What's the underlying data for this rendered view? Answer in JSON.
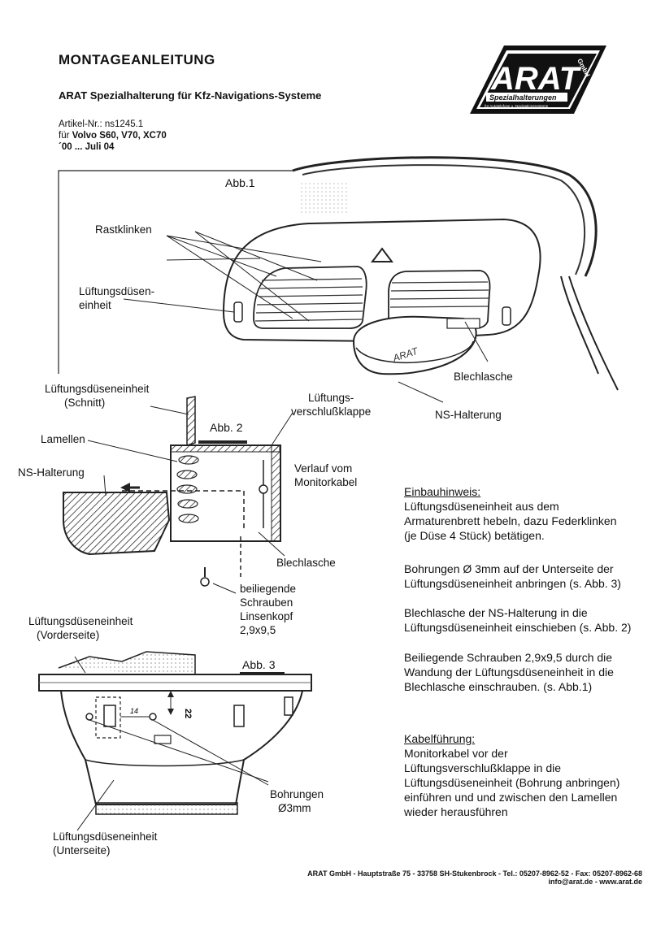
{
  "header": {
    "title": "MONTAGEANLEITUNG",
    "subtitle": "ARAT Spezialhalterung für Kfz-Navigations-Systeme",
    "article_line": "Artikel-Nr.: ns1245.1",
    "vehicle_prefix": "für ",
    "vehicle": "Volvo S60, V70, XC70",
    "years": "´00 ... Juli 04"
  },
  "logo": {
    "brand": "ARAT",
    "suffix": "GmbH",
    "tagline": "Spezialhalterungen",
    "tagline_small": "für Autotelefone u.-Navigationssysteme"
  },
  "figure1": {
    "label": "Abb.1",
    "rastklinken": "Rastklinken",
    "lueftung_1": "Lüftungsdüsen-",
    "lueftung_2": "einheit",
    "blechlasche": "Blechlasche",
    "ns_halterung": "NS-Halterung",
    "holder_text": "ARAT"
  },
  "figure2": {
    "label": "Abb. 2",
    "schnitt_1": "Lüftungsdüseneinheit",
    "schnitt_2": "(Schnitt)",
    "klappe_1": "Lüftungs-",
    "klappe_2": "verschlußklappe",
    "lamellen": "Lamellen",
    "ns_halterung": "NS-Halterung",
    "verlauf_1": "Verlauf vom",
    "verlauf_2": "Monitorkabel",
    "blechlasche": "Blechlasche",
    "schrauben_1": "beiliegende",
    "schrauben_2": "Schrauben",
    "schrauben_3": "Linsenkopf",
    "schrauben_4": "2,9x9,5"
  },
  "figure3": {
    "label": "Abb. 3",
    "vorder_1": "Lüftungsdüseneinheit",
    "vorder_2": "(Vorderseite)",
    "dim": "22",
    "dim2": "14",
    "bohrungen_1": "Bohrungen",
    "bohrungen_2": "Ø3mm",
    "unter_1": "Lüftungsdüseneinheit",
    "unter_2": "(Unterseite)"
  },
  "instructions": {
    "einbau_heading": "Einbauhinweis:",
    "einbau_text": "Lüftungsdüseneinheit aus dem Armaturenbrett hebeln, dazu Federklinken (je Düse 4 Stück) betätigen.",
    "bohrungen_text": "Bohrungen Ø 3mm auf der Unterseite der Lüftungsdüseneinheit anbringen (s. Abb. 3)",
    "blechlasche_text": "Blechlasche der NS-Halterung in die Lüftungsdüseneinheit einschieben (s. Abb. 2)",
    "schrauben_text": "Beiliegende Schrauben 2,9x9,5 durch die Wandung der Lüftungsdüseneinheit in die Blechlasche einschrauben. (s. Abb.1)",
    "kabel_heading": "Kabelführung:",
    "kabel_text": "Monitorkabel vor der Lüftungsverschlußklappe in die Lüftungsdüseneinheit (Bohrung anbringen) einführen und und zwischen den Lamellen wieder herausführen"
  },
  "footer": {
    "address": "ARAT GmbH - Hauptstraße 75 - 33758 SH-Stukenbrock - Tel.: 05207-8962-52 - Fax: 05207-8962-68",
    "contact": "info@arat.de - www.arat.de"
  }
}
